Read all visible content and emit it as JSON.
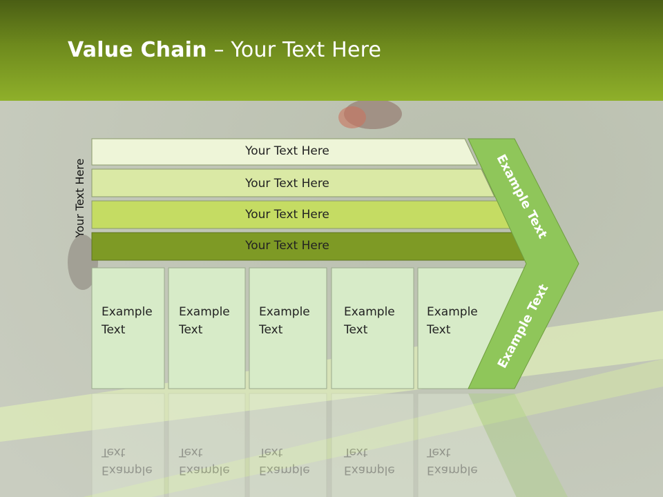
{
  "slide": {
    "title_bold": "Value Chain",
    "title_rest": " – Your Text Here",
    "side_label": "Your Text Here"
  },
  "bars": [
    {
      "label": "Your Text Here",
      "color": "#eef5d8"
    },
    {
      "label": "Your Text Here",
      "color": "#dae9a5"
    },
    {
      "label": "Your Text Here",
      "color": "#c5dc63"
    },
    {
      "label": "Your Text Here",
      "color": "#7e9a25"
    }
  ],
  "boxes": [
    {
      "line1": "Example",
      "line2": "Text"
    },
    {
      "line1": "Example",
      "line2": "Text"
    },
    {
      "line1": "Example",
      "line2": "Text"
    },
    {
      "line1": "Example",
      "line2": "Text"
    },
    {
      "line1": "Example",
      "line2": "Text"
    }
  ],
  "chevron": {
    "upper_label": "Example Text",
    "lower_label": "Example Text",
    "color": "#8fc65a"
  },
  "colors": {
    "box_fill": "#d7ebc8",
    "box_border": "#9aa98c",
    "header_accent": "#8fb02a"
  }
}
